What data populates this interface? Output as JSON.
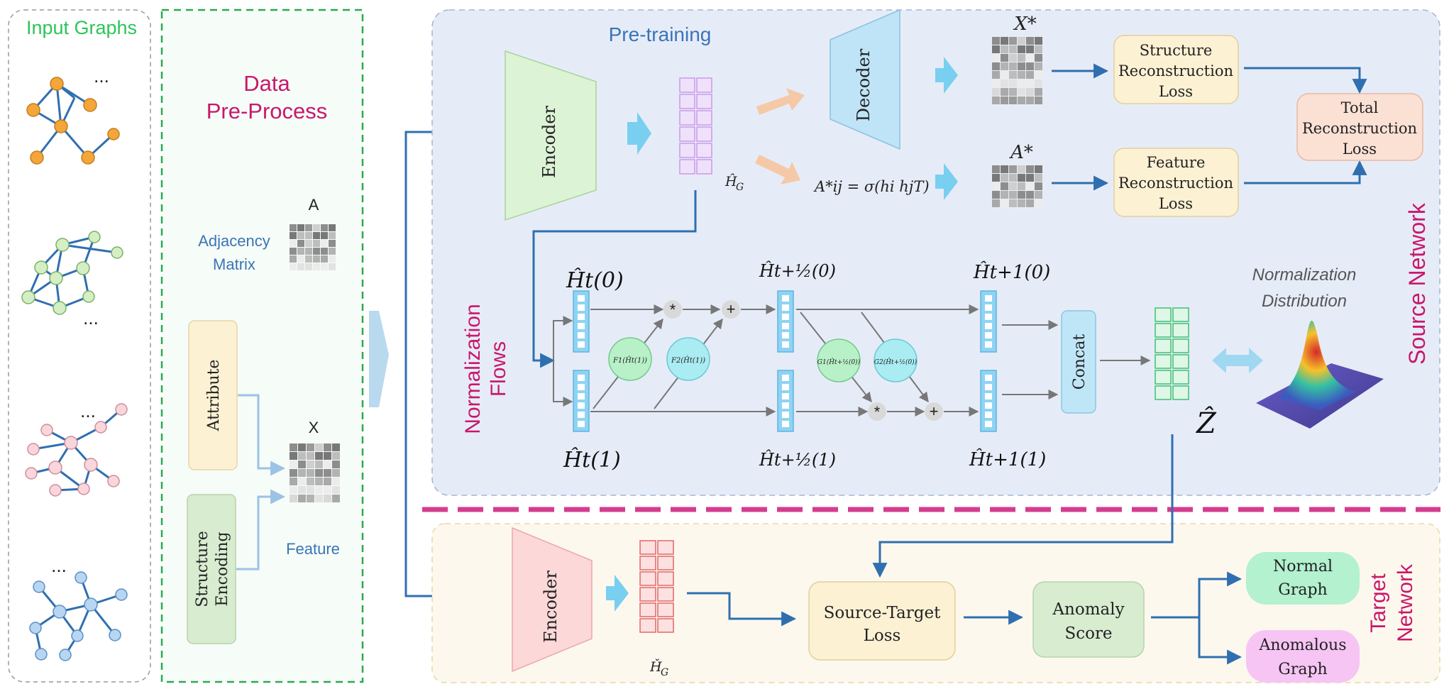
{
  "input_panel": {
    "title": "Input Graphs",
    "ellipsis": "..."
  },
  "preprocess_panel": {
    "title_line1": "Data",
    "title_line2": "Pre-Process",
    "adjacency_symbol": "A",
    "adjacency_label_line1": "Adjacency",
    "adjacency_label_line2": "Matrix",
    "attribute_label": "Attribute",
    "structure_label_line1": "Structure",
    "structure_label_line2": "Encoding",
    "feature_symbol": "X",
    "feature_label": "Feature"
  },
  "source_network": {
    "side_label": "Source Network",
    "pretraining_title": "Pre-training",
    "encoder_label": "Encoder",
    "decoder_label": "Decoder",
    "hg_label": "Ĥ",
    "hg_sub": "G",
    "x_star": "X*",
    "a_star": "A*",
    "a_formula": "A*ij = σ(hi hjT)",
    "structure_loss": [
      "Structure",
      "Reconstruction",
      "Loss"
    ],
    "feature_loss": [
      "Feature",
      "Reconstruction",
      "Loss"
    ],
    "total_loss": [
      "Total",
      "Reconstruction",
      "Loss"
    ],
    "flows_label_line1": "Normalization",
    "flows_label_line2": "Flows",
    "h_t0": "Ĥt(0)",
    "h_t1": "Ĥt(1)",
    "h_half0": "Ĥt+½(0)",
    "h_half1": "Ĥt+½(1)",
    "h_next0": "Ĥt+1(0)",
    "h_next1": "Ĥt+1(1)",
    "op_mul": "*",
    "op_add": "+",
    "f1_label": "F1(Ĥt(1))",
    "f2_label": "F2(Ĥt(1))",
    "g1_label": "G1(Ĥt+½(0))",
    "g2_label": "G2(Ĥt+½(0))",
    "concat_label": "Concat",
    "z_label": "Ẑ",
    "distribution_line1": "Normalization",
    "distribution_line2": "Distribution"
  },
  "target_network": {
    "side_label_line1": "Target",
    "side_label_line2": "Network",
    "encoder_label": "Encoder",
    "hg_label": "Ȟ",
    "hg_sub": "G",
    "source_target_loss": [
      "Source-Target",
      "Loss"
    ],
    "anomaly_score": [
      "Anomaly",
      "Score"
    ],
    "normal_graph": [
      "Normal",
      "Graph"
    ],
    "anomalous_graph": [
      "Anomalous",
      "Graph"
    ]
  },
  "colors": {
    "green_title": "#2ec45a",
    "magenta": "#c8186c",
    "blue_text": "#3a74b8",
    "arrow_blue": "#2f6fb0",
    "source_bg": "#e6ecf7",
    "target_bg": "#fdf8ee",
    "dash_separator": "#d43d8f"
  }
}
